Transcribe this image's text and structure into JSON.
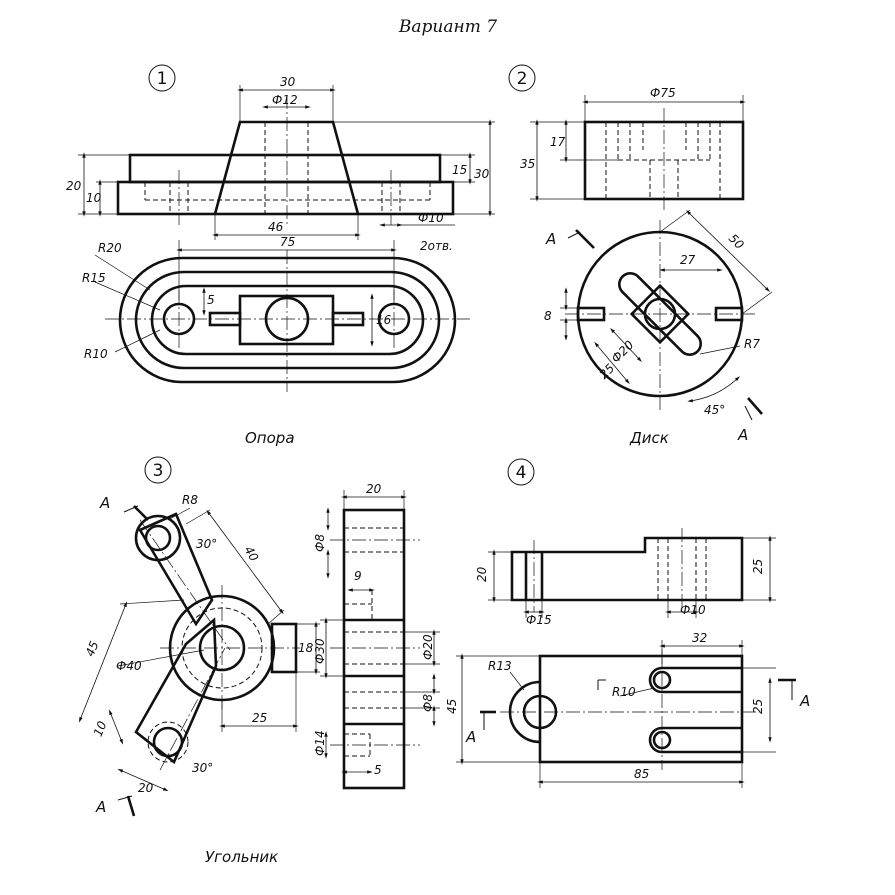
{
  "title": "Вариант 7",
  "parts": [
    {
      "number": "1",
      "name": "Опора"
    },
    {
      "number": "2",
      "name": "Диск"
    },
    {
      "number": "3",
      "name": "Угольник"
    },
    {
      "number": "4",
      "name": ""
    }
  ],
  "dimensions": {
    "opora": {
      "d30": "30",
      "d12": "Ф12",
      "d20": "20",
      "d10": "10",
      "d15": "15",
      "d30v": "30",
      "d46": "46",
      "d75": "75",
      "dphi10": "Ф10",
      "holes": "2отв.",
      "r20": "R20",
      "r15": "R15",
      "r10": "R10",
      "d5": "5",
      "d16": "16"
    },
    "disk": {
      "phi75": "Ф75",
      "d35": "35",
      "d17": "17",
      "d50": "50",
      "d27": "27",
      "d8": "8",
      "phi20": "Ф20",
      "d25": "25",
      "r7": "R7",
      "a45": "45°",
      "cutA1": "A",
      "cutA2": "A"
    },
    "ugolnik": {
      "cutA1": "A",
      "r8": "R8",
      "a30top": "30°",
      "d40": "40",
      "d45": "45",
      "phi40": "Ф40",
      "d18": "18",
      "d25": "25",
      "d10": "10",
      "d20b": "20",
      "a30bot": "30°",
      "cutA2": "A",
      "d20top": "20",
      "phi8a": "Ф8",
      "d9": "9",
      "phi30": "Ф30",
      "phi20": "Ф20",
      "phi8b": "Ф8",
      "phi14": "Ф14",
      "d5": "5"
    },
    "part4": {
      "d20": "20",
      "d25": "25",
      "phi15": "Ф15",
      "phi10": "Ф10",
      "d32": "32",
      "r13": "R13",
      "r10": "R10",
      "d45": "45",
      "d25b": "25",
      "d85": "85",
      "cutA1": "A",
      "cutA2": "A"
    }
  }
}
